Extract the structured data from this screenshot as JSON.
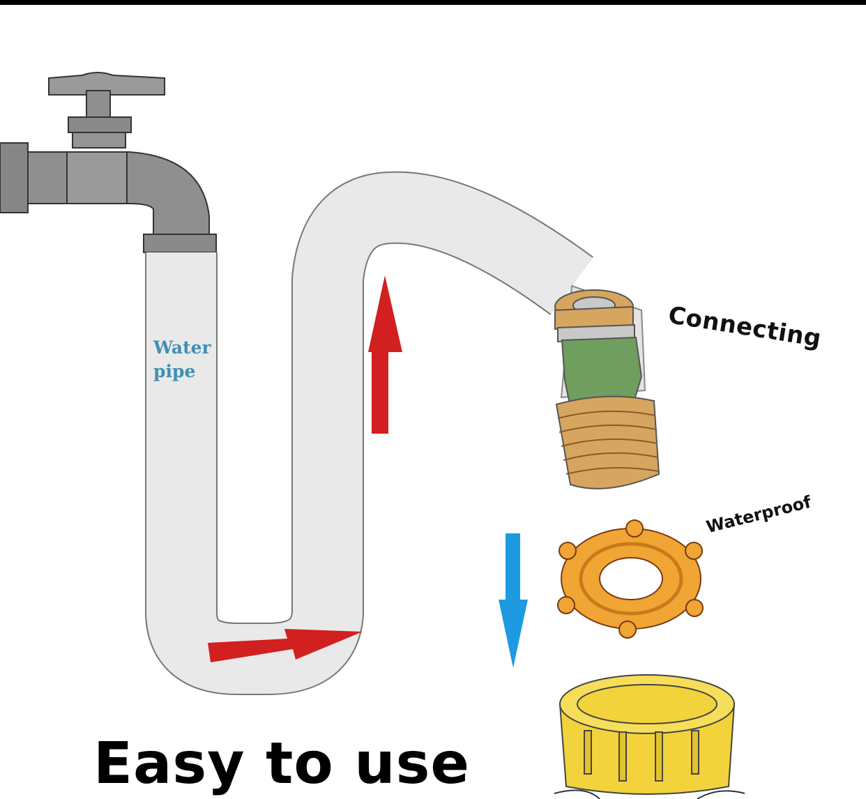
{
  "labels": {
    "water_pipe_line1": "Water",
    "water_pipe_line2": "pipe",
    "connecting": "Connecting",
    "waterproof": "Waterproof"
  },
  "headline": "Easy to use",
  "colors": {
    "faucet": "#8f8f8f",
    "pipe_fill": "#e9e9e9",
    "arrow_red": "#d21f1f",
    "arrow_blue": "#1e9be0",
    "brass": "#d6a55f",
    "connector_green": "#6f9e5f",
    "gasket": "#f0a534",
    "cap": "#f2d33c"
  },
  "icons": [
    "faucet-icon",
    "hose-icon",
    "connector-icon",
    "gasket-icon",
    "cap-icon"
  ]
}
